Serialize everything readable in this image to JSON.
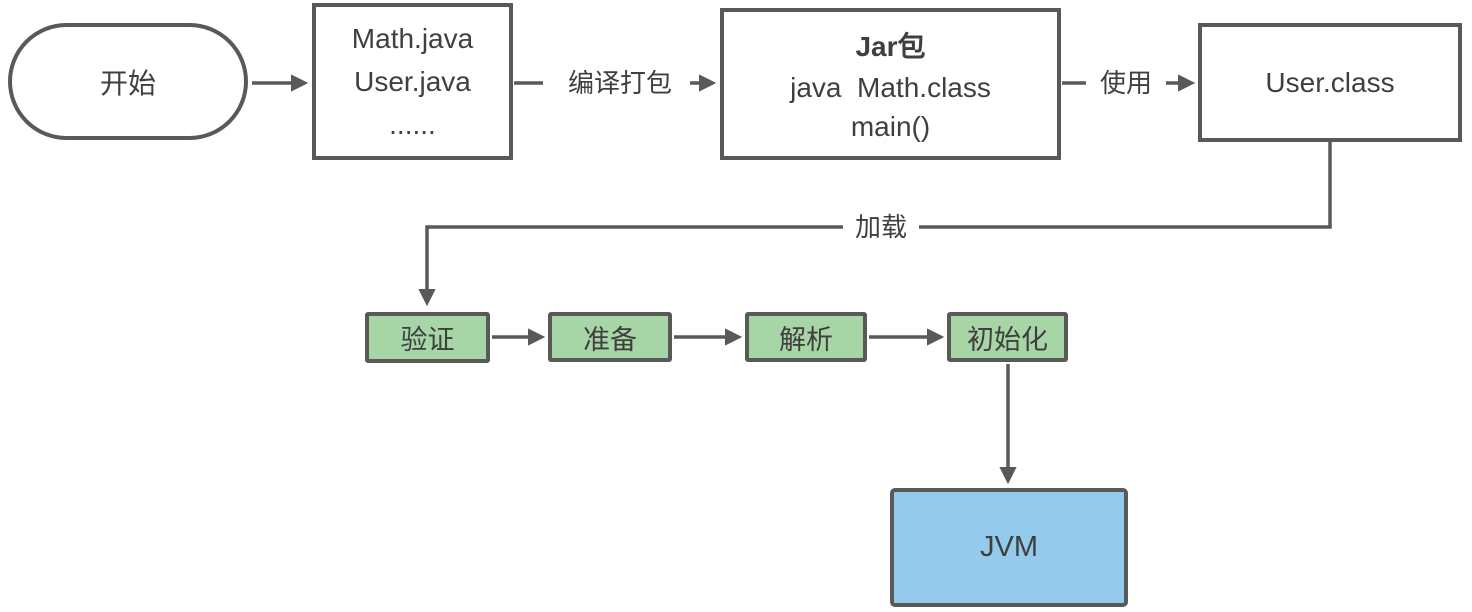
{
  "diagram": {
    "nodes": {
      "start": {
        "label": "开始"
      },
      "source_files": {
        "line1": "Math.java",
        "line2": "User.java",
        "line3": "......"
      },
      "jar": {
        "title": "Jar包",
        "line1": "java  Math.class",
        "line2": "main()"
      },
      "user_class": {
        "label": "User.class"
      },
      "verify": {
        "label": "验证"
      },
      "prepare": {
        "label": "准备"
      },
      "resolve": {
        "label": "解析"
      },
      "initialize": {
        "label": "初始化"
      },
      "jvm": {
        "label": "JVM"
      }
    },
    "edges": {
      "compile_package": {
        "label": "编译打包"
      },
      "use": {
        "label": "使用"
      },
      "load": {
        "label": "加载"
      }
    },
    "colors": {
      "line": "#595959",
      "border": "#595959",
      "stage_fill": "#a7d5a6",
      "jvm_fill": "#94cbec",
      "text": "#3f3f3f"
    }
  }
}
